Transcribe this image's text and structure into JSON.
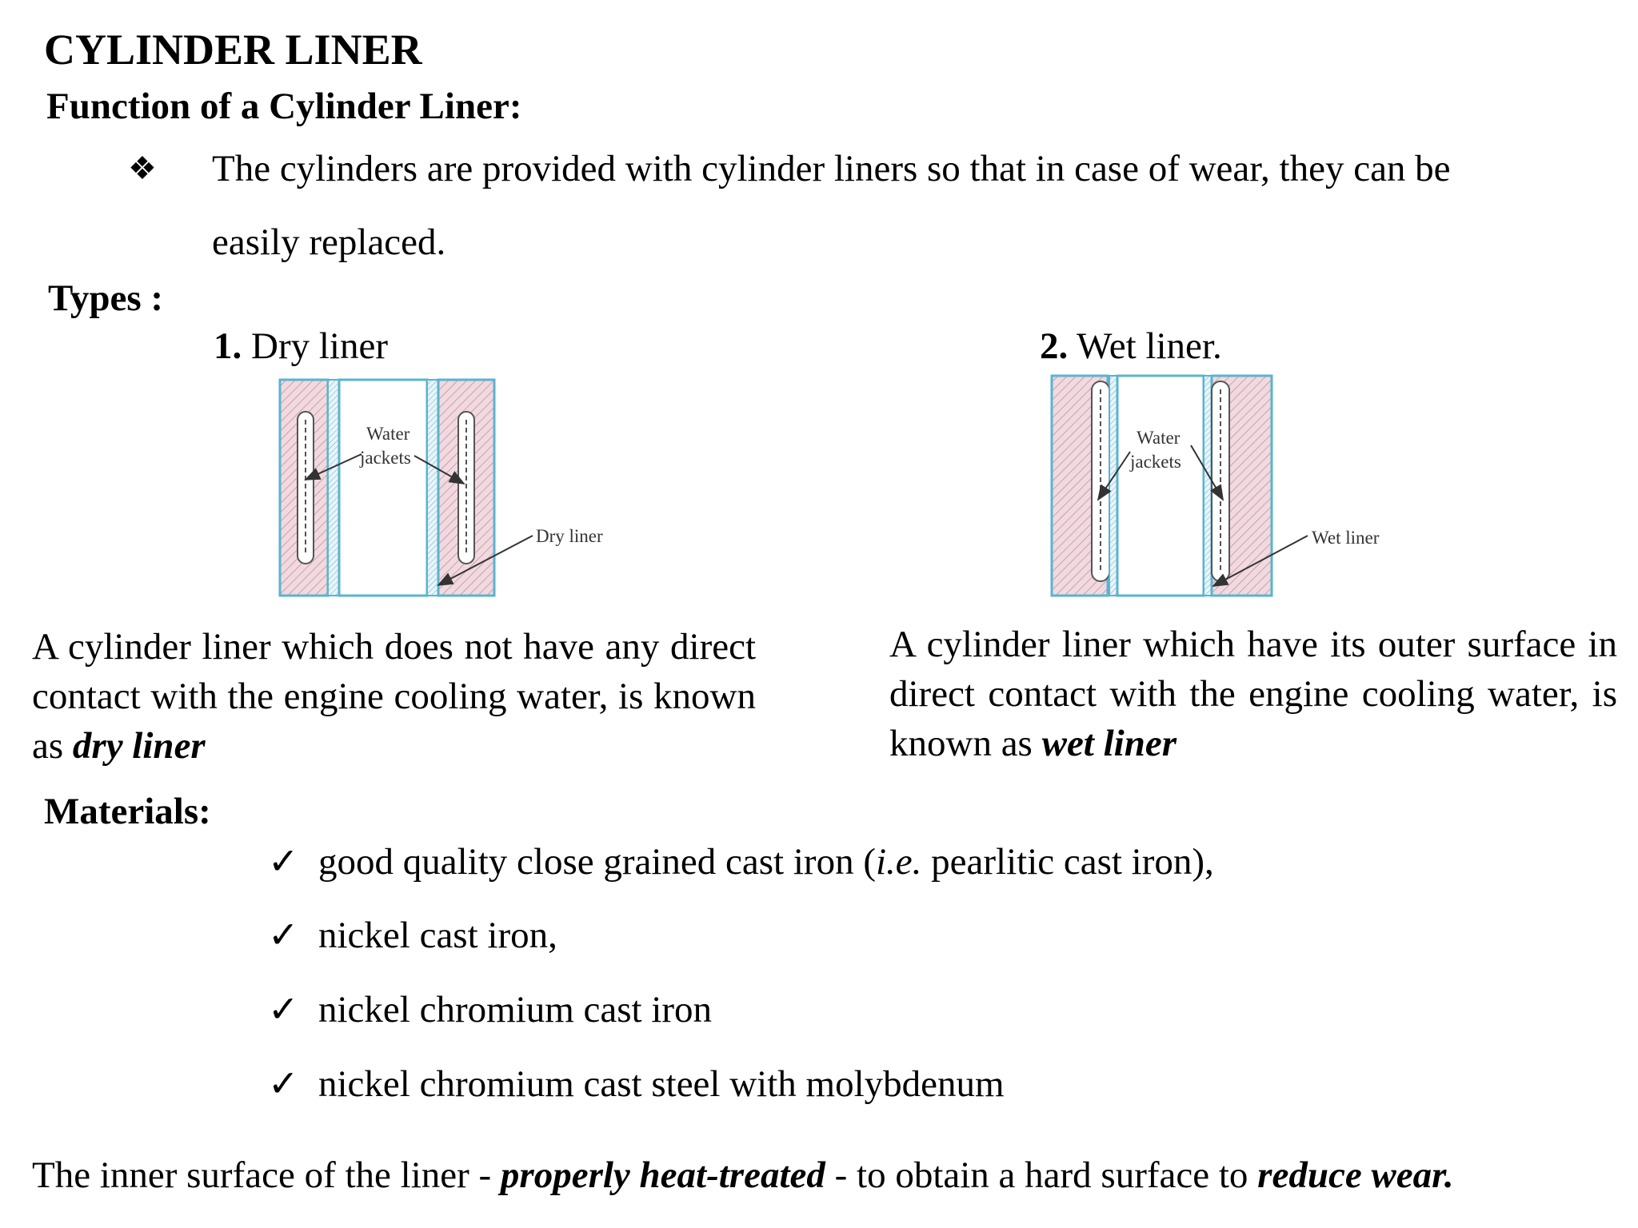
{
  "title": "CYLINDER LINER",
  "function_heading": "Function of a Cylinder Liner:",
  "function_bullet_line1": "The cylinders are provided with cylinder liners so that in case of wear, they can be",
  "function_bullet_line2": "easily replaced.",
  "types_heading": "Types :",
  "dry": {
    "number": "1.",
    "name": "Dry liner",
    "label_water": "Water",
    "label_jackets": "jackets",
    "label_liner": "Dry liner",
    "desc_plain": "A cylinder liner which does not have any direct contact with the engine cooling water, is known as ",
    "desc_emph": "dry liner"
  },
  "wet": {
    "number": "2.",
    "name": "Wet liner.",
    "label_water": "Water",
    "label_jackets": "jackets",
    "label_liner": "Wet liner",
    "desc_plain": "A cylinder liner which have its outer surface in direct contact with the engine cooling water, is known as ",
    "desc_emph": "wet liner"
  },
  "materials_heading": "Materials:",
  "materials": {
    "m1_pre": "good quality close grained cast iron (",
    "m1_ie": "i.e.",
    "m1_post": " pearlitic cast iron),",
    "m2": "nickel cast iron,",
    "m3": "nickel chromium cast iron",
    "m4": "nickel chromium cast steel with molybdenum"
  },
  "footer": {
    "part1": "The inner surface of the liner - ",
    "emph1": "properly heat-treated",
    "part2": " - to obtain a hard surface to ",
    "emph2": "reduce wear."
  },
  "colors": {
    "outline": "#5ab4d0",
    "hatch_fill": "#f1d9df",
    "hatch_line": "#b58c98",
    "arrow": "#333333"
  }
}
